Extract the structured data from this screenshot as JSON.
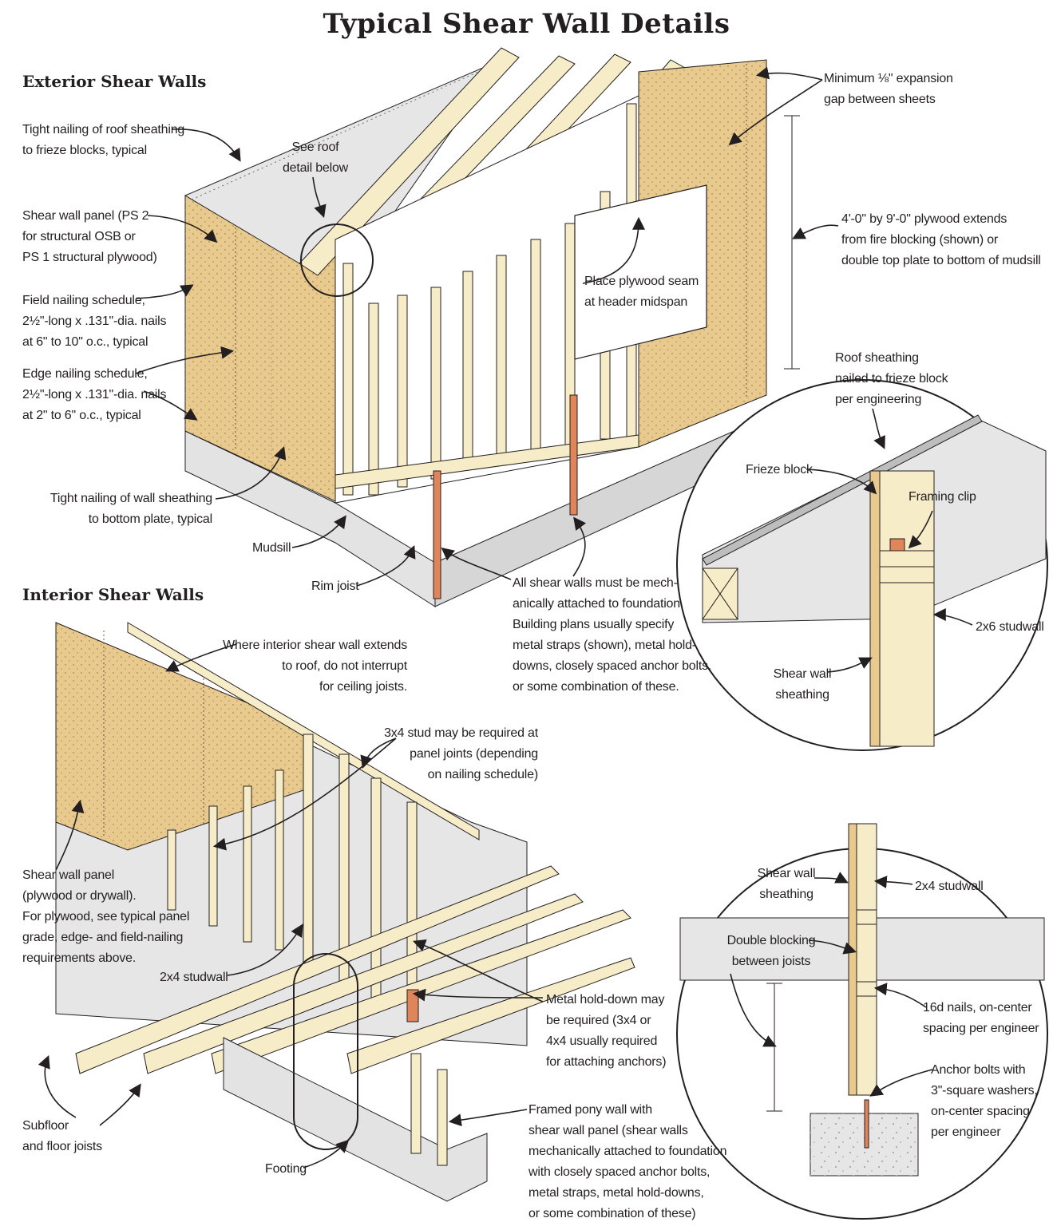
{
  "title": "Typical Shear Wall Details",
  "sections": {
    "exterior": "Exterior Shear Walls",
    "interior": "Interior Shear Walls"
  },
  "colors": {
    "plywood": "#e8c98e",
    "lumber": "#f7ecc8",
    "concrete": "#e6e6e6",
    "strap": "#e0855a",
    "line": "#231f20"
  },
  "labels": {
    "tight_nailing_roof": "Tight nailing of roof sheathing\nto frieze blocks, typical",
    "see_roof_detail": "See roof\ndetail below",
    "shear_wall_panel_ext": "Shear wall panel (PS 2\nfor structural OSB or\nPS 1 structural plywood)",
    "field_nailing": "Field nailing schedule,\n2½\"-long x .131\"-dia. nails\nat 6\" to 10\" o.c., typical",
    "edge_nailing": "Edge nailing schedule,\n2½\"-long x .131\"-dia. nails\nat 2\" to 6\" o.c., typical",
    "tight_nailing_wall": "Tight nailing of wall sheathing\nto bottom plate, typical",
    "mudsill": "Mudsill",
    "rim_joist": "Rim joist",
    "mech_attached": "All shear walls must be mech-\nanically attached to foundation.\nBuilding plans usually specify\nmetal straps (shown), metal hold-\ndowns, closely spaced anchor bolts,\nor some combination of these.",
    "expansion_gap": "Minimum ⅛\" expansion\ngap between sheets",
    "plywood_extends": "4'-0\" by 9'-0\" plywood extends\nfrom fire blocking (shown) or\ndouble top plate to bottom of mudsill",
    "plywood_seam": "Place plywood seam\nat header midspan",
    "roof_sheathing_nailed": "Roof sheathing\nnailed to frieze block\nper engineering",
    "frieze_block": "Frieze block",
    "framing_clip": "Framing clip",
    "studwall_2x6": "2x6 studwall",
    "shear_wall_sheathing_1": "Shear wall\nsheathing",
    "interior_extends": "Where interior shear wall extends\nto roof, do not interrupt\nfor ceiling joists.",
    "stud_3x4": "3x4 stud may be required at\npanel joints (depending\non nailing schedule)",
    "shear_wall_panel_int": "Shear wall panel\n(plywood or drywall).\nFor plywood, see typical panel\ngrade, edge- and field-nailing\nrequirements above.",
    "studwall_2x4_int": "2x4 studwall",
    "metal_holddown": "Metal hold-down may\nbe required (3x4 or\n4x4 usually required\nfor attaching anchors)",
    "subfloor": "Subfloor\nand floor joists",
    "footing": "Footing",
    "pony_wall": "Framed pony wall with\nshear wall panel (shear walls\nmechanically attached to foundation\nwith closely spaced anchor bolts,\nmetal straps, metal hold-downs,\nor some combination of these)",
    "shear_wall_sheathing_2": "Shear wall\nsheathing",
    "studwall_2x4_detail": "2x4 studwall",
    "double_blocking": "Double blocking\nbetween joists",
    "nails_16d": "16d nails, on-center\nspacing per engineer",
    "anchor_bolts": "Anchor bolts with\n3\"-square washers,\non-center spacing\nper engineer"
  }
}
